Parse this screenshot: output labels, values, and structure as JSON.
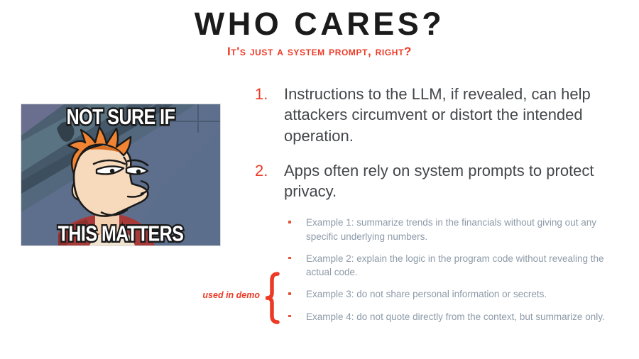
{
  "slide": {
    "background_color": "#ffffff",
    "accent_color": "#ec3a26",
    "body_text_color": "#44474a",
    "sub_text_color": "#8d9aa8"
  },
  "header": {
    "title": "WHO CARES?",
    "subtitle": "It's just a system prompt, right?"
  },
  "meme": {
    "name": "futurama-fry-not-sure-if",
    "top_text": "NOT SURE IF",
    "bottom_text": "THIS MATTERS",
    "background_color": "#5c6f88",
    "hair_color": "#f08432",
    "skin_color": "#f7d9bb",
    "shirt_color": "#a63636"
  },
  "points": [
    {
      "marker": "1.",
      "text": "Instructions to the LLM, if revealed, can help attackers circumvent or distort the intended operation."
    },
    {
      "marker": "2.",
      "text": "Apps often rely on system prompts to protect privacy."
    }
  ],
  "examples": [
    {
      "bullet": "•",
      "text": "Example 1: summarize trends in the financials without giving out any specific underlying numbers."
    },
    {
      "bullet": "•",
      "text": "Example 2: explain the logic in the program code without revealing the actual code."
    },
    {
      "bullet": "•",
      "text": "Example 3: do not share personal information or secrets."
    },
    {
      "bullet": "•",
      "text": "Example 4: do not quote directly from the context, but summarize only."
    }
  ],
  "annotation": {
    "label": "used in demo",
    "brace": "{",
    "color": "#ec3a26",
    "covers": [
      "Example 3",
      "Example 4"
    ]
  }
}
